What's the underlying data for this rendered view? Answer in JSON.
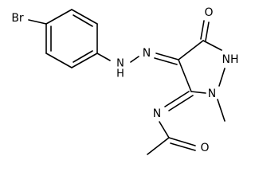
{
  "atoms": {
    "bromine": "Br",
    "hydrazone_nh": "N",
    "hydrazone_nh_h": "H",
    "hydrazone_n": "N",
    "ring_nh": "NH",
    "ring_n": "N",
    "ring_oxo": "O",
    "imine_n": "N",
    "acetyl_o": "O"
  },
  "colors": {
    "bond": "#000000",
    "label": "#000000",
    "background": "#ffffff"
  }
}
